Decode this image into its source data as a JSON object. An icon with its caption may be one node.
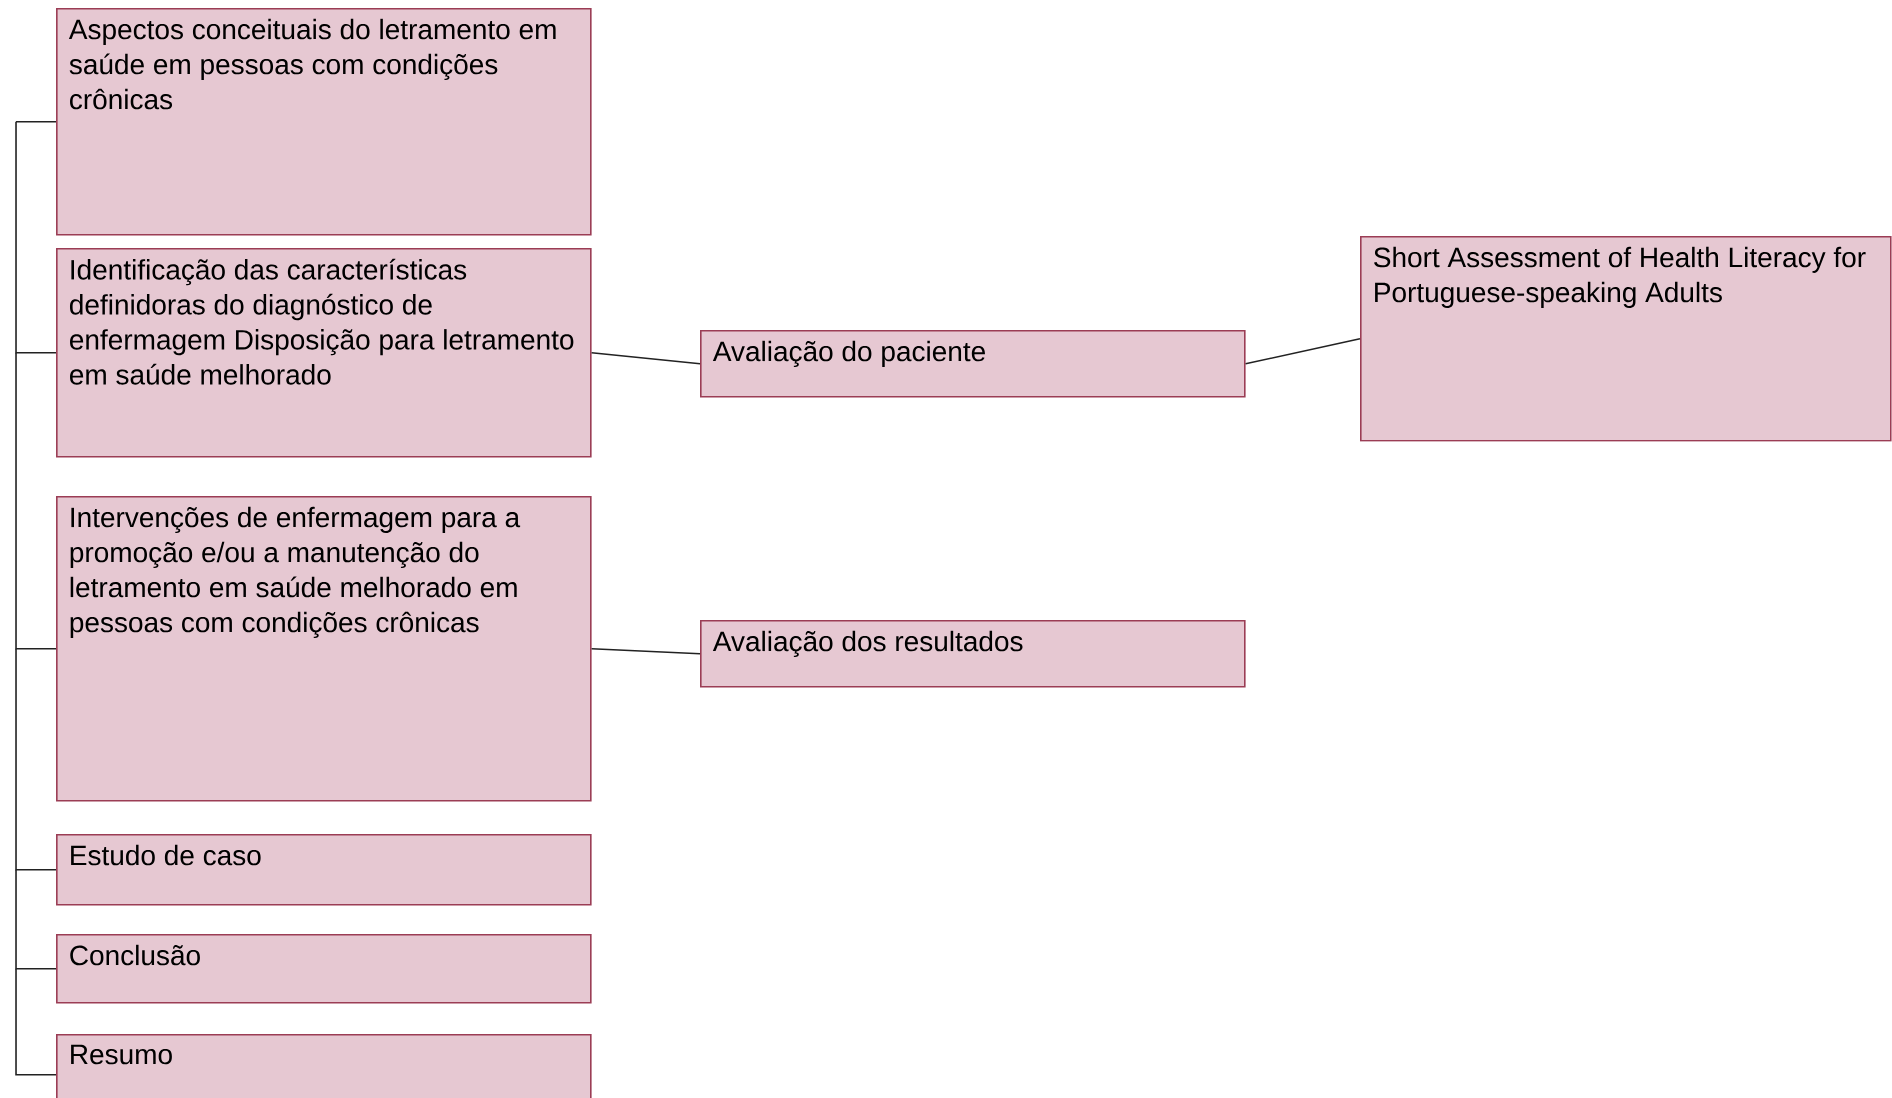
{
  "diagram": {
    "nodes": [
      {
        "text": [
          "Aspectos conceituais do letramento em saúde em pessoas com condições crônicas"
        ]
      },
      {
        "text": [
          "Identificação das características definidoras do diagnóstico de enfermagem Disposição para letramento em saúde melhorado"
        ]
      },
      {
        "text": [
          "Avaliação do paciente"
        ]
      },
      {
        "text": [
          "Short Assessment of Health Literacy for Portuguese-speaking Adults"
        ]
      },
      {
        "text": [
          "Intervenções de enfermagem para a promoção e/ou a manutenção do letramento em saúde melhorado em pessoas com condições crônicas"
        ]
      },
      {
        "text": [
          "Avaliação dos resultados"
        ]
      },
      {
        "text": [
          "Estudo de caso"
        ]
      },
      {
        "text": [
          "Conclusão"
        ]
      },
      {
        "text": [
          "Resumo"
        ]
      }
    ],
    "edges": [
      {
        "from": null,
        "to": 0,
        "arrow": "none"
      },
      {
        "from": null,
        "to": 1,
        "arrow": "none"
      },
      {
        "from": null,
        "to": 4,
        "arrow": "none"
      },
      {
        "from": null,
        "to": 6,
        "arrow": "none"
      },
      {
        "from": null,
        "to": 7,
        "arrow": "none"
      },
      {
        "from": null,
        "to": 8,
        "arrow": "none"
      },
      {
        "from": 1,
        "to": 2,
        "arrow": "none"
      },
      {
        "from": 2,
        "to": 3,
        "arrow": "none"
      },
      {
        "from": 4,
        "to": 5,
        "arrow": "none"
      }
    ]
  }
}
